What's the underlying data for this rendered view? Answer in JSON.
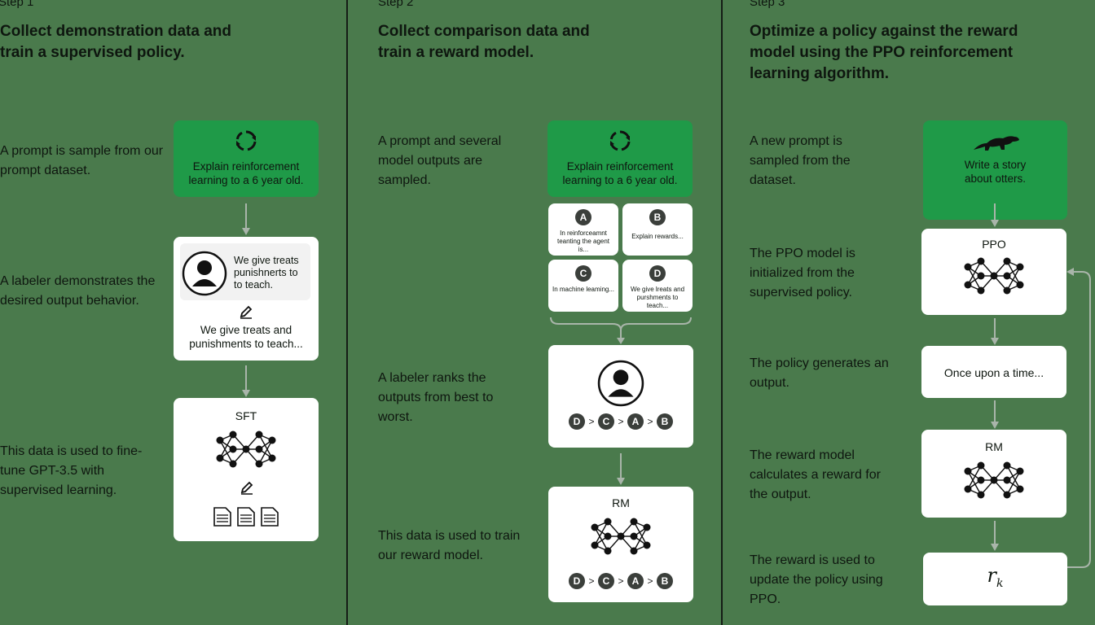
{
  "steps": [
    {
      "label": "Step 1",
      "title": "Collect demonstration data and train a supervised policy.",
      "descriptions": [
        "A prompt is sample from our prompt dataset.",
        "A labeler demonstrates the desired output behavior.",
        "This data is used to fine-tune GPT-3.5 with supervised learning."
      ],
      "prompt": "Explain reinforcement learning to a 6 year old.",
      "labeler_bubble": "We give treats punishnerts to to teach.",
      "labeler_output": "We give treats and punishments to teach...",
      "model_label": "SFT"
    },
    {
      "label": "Step 2",
      "title": "Collect comparison data and train a reward model.",
      "descriptions": [
        "A prompt and several model outputs are sampled.",
        "A labeler ranks the outputs from best to worst.",
        "This data is used to train our reward model."
      ],
      "prompt": "Explain reinforcement learning to a 6 year old.",
      "outputs": [
        {
          "letter": "A",
          "text": "In reinforceamnt teanting the agent is..."
        },
        {
          "letter": "B",
          "text": "Explain rewards..."
        },
        {
          "letter": "C",
          "text": "In machine leaming..."
        },
        {
          "letter": "D",
          "text": "We give lreats and purshments to teach..."
        }
      ],
      "ranking": [
        "D",
        ">",
        "C",
        ">",
        "A",
        ">",
        "B"
      ],
      "model_label": "RM"
    },
    {
      "label": "Step 3",
      "title": "Optimize a policy against the reward model using the PPO reinforcement learning algorithm.",
      "descriptions": [
        "A new prompt is sampled from the dataset.",
        "The PPO model is initialized from the supervised policy.",
        "The policy generates an output.",
        "The reward model calculates a reward for the output.",
        "The reward is used to update the policy using PPO."
      ],
      "prompt": "Write a story about otters.",
      "ppo_label": "PPO",
      "output": "Once upon a time...",
      "rm_label": "RM",
      "reward_symbol": "r",
      "reward_subscript": "k"
    }
  ],
  "colors": {
    "background": "#4a7a4c",
    "prompt_card": "#1f9a48",
    "card": "#ffffff",
    "badge": "#3b3f3b",
    "divider": "#151d16"
  },
  "icons": [
    "recycle-icon",
    "person-icon",
    "pencil-icon",
    "neural-net-icon",
    "document-icon",
    "otter-icon",
    "arrow-down-icon"
  ]
}
